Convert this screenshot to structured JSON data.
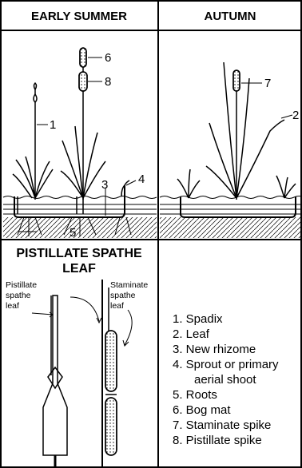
{
  "headers": {
    "left": "EARLY SUMMER",
    "right": "AUTUMN"
  },
  "callouts": {
    "c1": "1",
    "c2": "2",
    "c3": "3",
    "c4": "4",
    "c5": "5",
    "c6": "6",
    "c7": "7",
    "c8": "8"
  },
  "detail": {
    "title_line1": "PISTILLATE SPATHE",
    "title_line2": "LEAF",
    "pistillate_label": [
      "Pistillate",
      "spathe",
      "leaf"
    ],
    "staminate_label": [
      "Staminate",
      "spathe",
      "leaf"
    ]
  },
  "legend": [
    "1. Spadix",
    "2. Leaf",
    "3. New rhizome",
    "4. Sprout or primary",
    "aerial shoot",
    "5. Roots",
    "6. Bog mat",
    "7. Staminate spike",
    "8. Pistillate spike"
  ]
}
